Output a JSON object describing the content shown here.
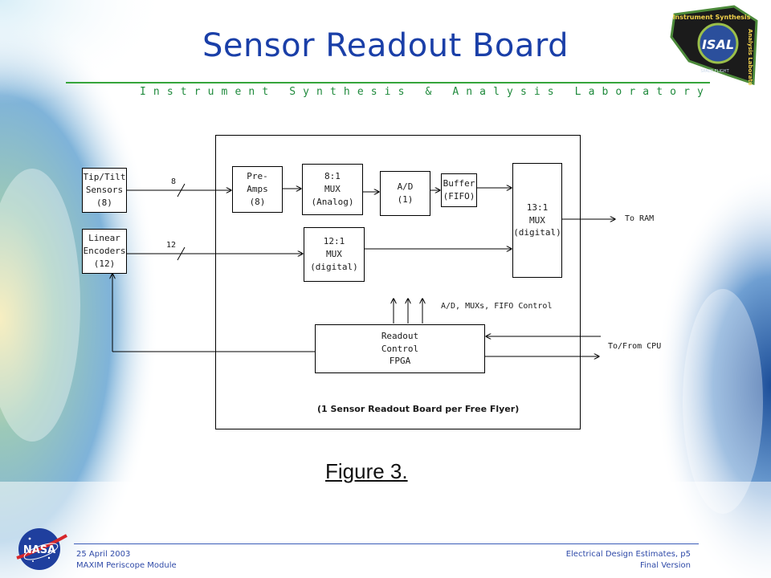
{
  "slide": {
    "title": "Sensor Readout Board",
    "subtitle": "Instrument Synthesis & Analysis Laboratory",
    "figure_label": "Figure 3."
  },
  "diagram": {
    "boxes": {
      "tiptilt": "Tip/Tilt\nSensors\n(8)",
      "encoders": "Linear\nEncoders\n(12)",
      "preamps": "Pre-\nAmps\n(8)",
      "mux8": "8:1\nMUX\n(Analog)",
      "ad": "A/D\n(1)",
      "buffer": "Buffer\n(FIFO)",
      "mux13": "13:1\nMUX\n(digital)",
      "mux12": "12:1\nMUX\n(digital)",
      "fpga": "Readout\nControl\nFPGA"
    },
    "labels": {
      "bus8": "8",
      "bus12": "12",
      "to_ram": "To RAM",
      "control": "A/D, MUXs, FIFO Control",
      "cpu": "To/From  CPU"
    },
    "caption": "(1 Sensor Readout Board per Free Flyer)"
  },
  "logos": {
    "badge_top": "Instrument Synthesis",
    "badge_right": "Analysis Laboratory",
    "badge_center": "ISAL",
    "badge_bottom": "SPACE FLIGHT",
    "nasa": "NASA"
  },
  "footer": {
    "left_line1": "25 April 2003",
    "left_line2": "MAXIM Periscope Module",
    "right_line1": "Electrical Design Estimates, p5",
    "right_line2": "Final Version"
  },
  "colors": {
    "title": "#1a3fa8",
    "subtitle": "#1f8a3c",
    "footer": "#2f4aa8"
  }
}
